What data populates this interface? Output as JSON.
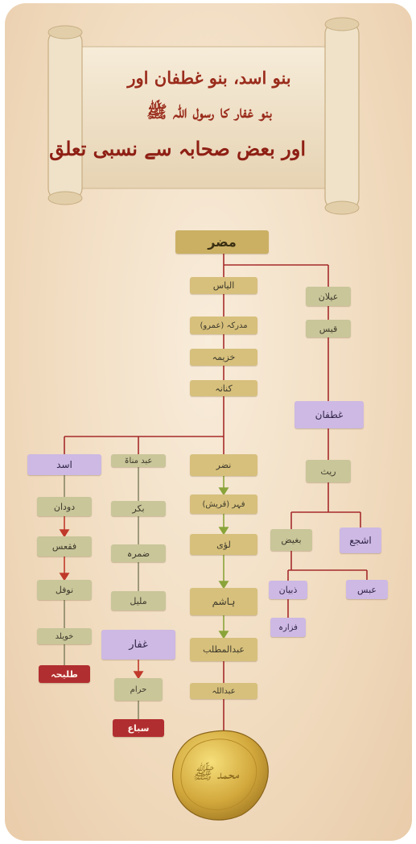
{
  "title": {
    "line1": "بنو اسد، بنو غطفان اور",
    "line2": "بنو غفار کا رسول اللہ ﷺ",
    "line3": "اور بعض صحابہ سے نسبی تعلق"
  },
  "nodes": {
    "mudar": "مضر",
    "ilyas": "الیاس",
    "mudrika": "مدرکہ (عمرو)",
    "khuzaima": "خزیمہ",
    "kinana": "کنانہ",
    "nadr": "نضر",
    "fihr": "فہر (قریش)",
    "luayy": "لؤی",
    "hashim": "ہاشم",
    "abdulmuttalib": "عبدالمطلب",
    "abdullah": "عبداللہ",
    "abdmanat": "عبد مناۃ",
    "bakr": "بکر",
    "damra": "ضمرہ",
    "mulail": "ملیل",
    "ghifar": "غفار",
    "haram": "حرام",
    "siba": "سباع",
    "asad": "اسد",
    "dudan": "دودان",
    "faqas": "فقعس",
    "nawfal": "نوفل",
    "khuwailid": "خویلد",
    "tulaiha": "طلیحہ",
    "aylan": "عیلان",
    "qays": "قیس",
    "ghatafan": "غطفان",
    "rayth": "ریث",
    "baghid": "بغیض",
    "ashja": "اشجع",
    "dhubyan": "ذبیان",
    "abs": "عبس",
    "fazara": "فزارہ"
  },
  "colors": {
    "background": "#f3e2c8",
    "connector": "#a52a2a",
    "arrow_green": "#8aa43a",
    "arrow_red": "#c0392b",
    "gold_box": "#d7c07c",
    "olive_box": "#c9c69a",
    "purple_box": "#cdb9e3",
    "red_box": "#b12e30"
  },
  "seal": {
    "label": "محمد ﷺ"
  }
}
